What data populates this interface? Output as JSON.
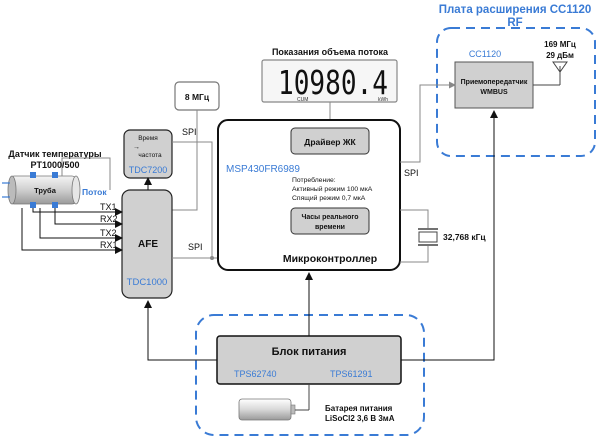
{
  "colors": {
    "accent_blue": "#3a7bd5",
    "box_gray": "#d0d0d0",
    "line_gray": "#808080",
    "dark": "#111111"
  },
  "rf_board": {
    "title_line1": "Плата расширения CC1120",
    "title_line2": "RF",
    "chip_label": "CC1120",
    "transceiver_line1": "Приемопередатчик",
    "transceiver_line2": "WMBUS",
    "freq": "169 МГц",
    "power": "29 дБм",
    "antenna_icon": "antenna-icon"
  },
  "display": {
    "title": "Показания объема потока",
    "digits": "10980.4",
    "cum_label": "CUM",
    "kwh_label": "kWh"
  },
  "clock_8mhz": "8 МГц",
  "tdc7200": {
    "line1": "Время",
    "line2": "→",
    "line3": "частота",
    "chip": "TDC7200"
  },
  "afe": {
    "label": "AFE",
    "chip": "TDC1000"
  },
  "sensor": {
    "title_line1": "Датчик температуры",
    "title_line2": "PT1000/500",
    "pipe_label": "Труба",
    "flow_label": "Поток"
  },
  "signals": [
    "TX1",
    "RX2",
    "TX2",
    "RX1"
  ],
  "spi_labels": {
    "tdc7200_spi": "SPI",
    "afe_spi": "SPI",
    "rf_spi": "SPI"
  },
  "mcu": {
    "lcd_driver": "Драйвер ЖК",
    "part": "MSP430FR6989",
    "consumption_title": "Потребление:",
    "active": "Активный режим 100 мкА",
    "sleep": "Спящий режим 0,7 мкА",
    "rtc_line1": "Часы реального",
    "rtc_line2": "времени",
    "title": "Микроконтроллер"
  },
  "crystal": "32,768 кГц",
  "power": {
    "title": "Блок питания",
    "chip1": "TPS62740",
    "chip2": "TPS61291",
    "battery_line1": "Батарея питания",
    "battery_line2": "LiSoCl2 3,6 В 3мА",
    "battery_icon": "battery-icon"
  }
}
